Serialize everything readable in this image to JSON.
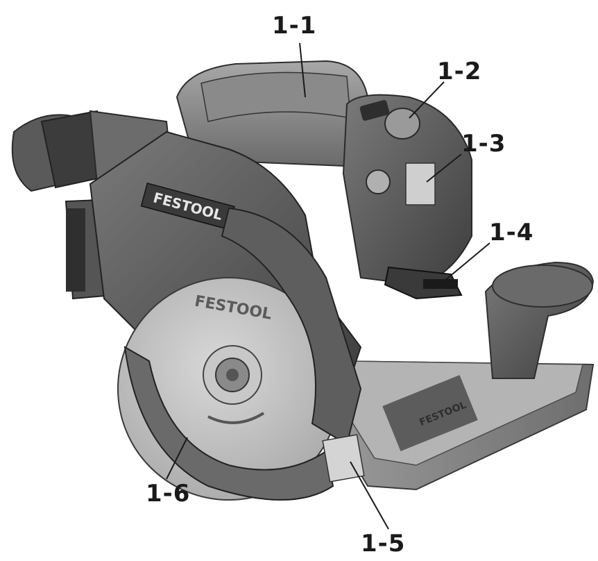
{
  "callouts": [
    {
      "id": "1-1",
      "label": "1-1"
    },
    {
      "id": "1-2",
      "label": "1-2"
    },
    {
      "id": "1-3",
      "label": "1-3"
    },
    {
      "id": "1-4",
      "label": "1-4"
    },
    {
      "id": "1-5",
      "label": "1-5"
    },
    {
      "id": "1-6",
      "label": "1-6"
    }
  ],
  "product_marks": {
    "housing_brand": "FESTOOL",
    "blade_brand": "FESTOOL",
    "rail_brand": "FESTOOL"
  },
  "colors": {
    "ink": "#1a1a1a",
    "body_dark": "#4a4a4a",
    "body_mid": "#6a6a6a",
    "body_light": "#9a9a9a",
    "blade": "#bdbdbd",
    "base": "#8c8c8c"
  },
  "icons": [
    "circular-saw-illustration"
  ]
}
